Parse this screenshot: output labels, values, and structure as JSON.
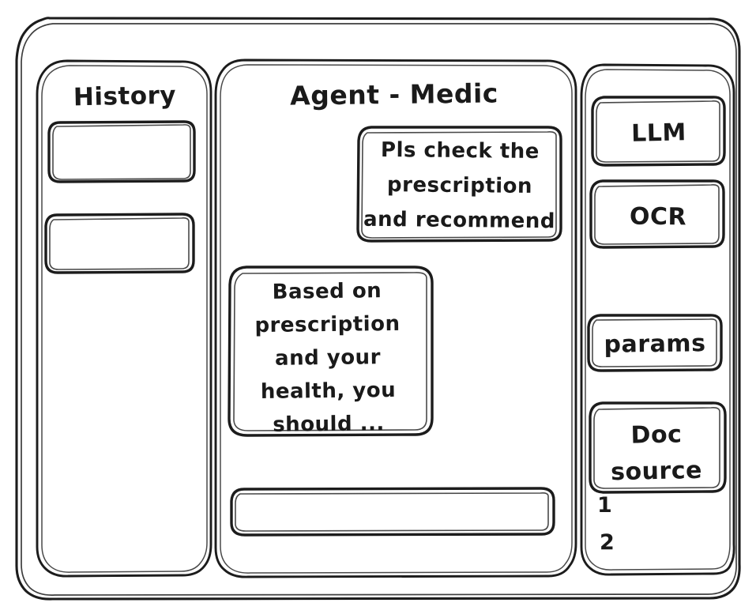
{
  "window": {
    "style": "hand-drawn wireframe",
    "stroke_color": "#1c1c1c",
    "background_color": "#ffffff"
  },
  "sidebar_left": {
    "title": "History",
    "items": [
      {
        "label": ""
      },
      {
        "label": ""
      }
    ]
  },
  "main": {
    "title": "Agent - Medic",
    "messages": [
      {
        "role": "user",
        "align": "right",
        "lines": [
          "Pls check the",
          "prescription",
          "and recommend"
        ]
      },
      {
        "role": "assistant",
        "align": "left",
        "lines": [
          "Based on",
          "prescription",
          "and your",
          "health, you",
          "should ..."
        ]
      }
    ],
    "composer": {
      "value": "",
      "placeholder": ""
    }
  },
  "sidebar_right": {
    "buttons": [
      {
        "label": "LLM"
      },
      {
        "label": "OCR"
      },
      {
        "label": "params"
      }
    ],
    "doc_source": {
      "lines": [
        "Doc",
        "source"
      ],
      "items": [
        "1",
        "2"
      ]
    }
  }
}
